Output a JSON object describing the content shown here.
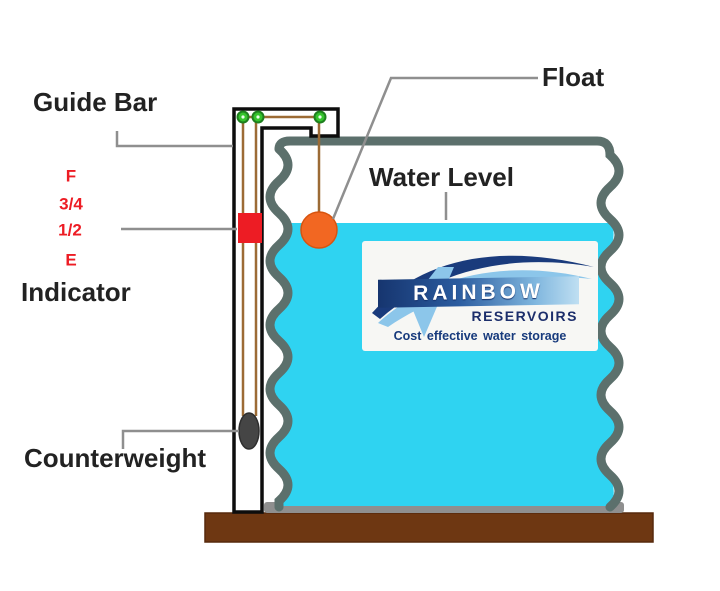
{
  "title": "Water tank level indicator diagram",
  "labels": {
    "guide_bar": "Guide Bar",
    "float": "Float",
    "water_level": "Water Level",
    "indicator": "Indicator",
    "counterweight": "Counterweight"
  },
  "indicator_scale": {
    "full": "F",
    "three_quarters": "3/4",
    "half": "1/2",
    "empty": "E"
  },
  "logo": {
    "brand": "RAINBOW",
    "sub_brand": "RESERVOIRS",
    "tagline": "Cost effective water storage"
  },
  "colors": {
    "water_cyan": "#2fd3f1",
    "tank_wall_gray_green": "#5c706c",
    "tank_floor_gray": "#8f8f8f",
    "base_brown": "#6e3712",
    "float_orange": "#f26722",
    "indicator_red": "#ed1c24",
    "pulley_green": "#35c42c",
    "cord_brown": "#9c6b35",
    "counterweight_gray": "#454545",
    "pointer_line_gray": "#8f8f8f",
    "logo_navy": "#1a3b7c",
    "logo_light_blue": "#8cc6ea"
  }
}
